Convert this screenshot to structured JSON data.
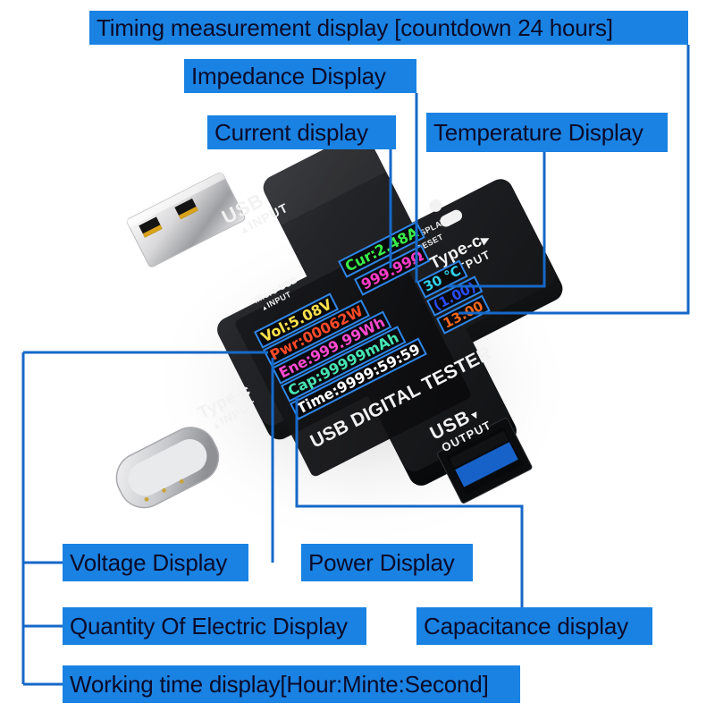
{
  "page": {
    "accent_blue": "#1a82e2",
    "leader_blue": "#1668c8",
    "background": "#ffffff"
  },
  "callouts": [
    {
      "key": "timing",
      "label": "Timing measurement display [countdown 24 hours]"
    },
    {
      "key": "impedance",
      "label": "Impedance Display"
    },
    {
      "key": "current",
      "label": "Current display"
    },
    {
      "key": "temperature",
      "label": "Temperature Display"
    },
    {
      "key": "voltage",
      "label": "Voltage Display"
    },
    {
      "key": "power",
      "label": "Power Display"
    },
    {
      "key": "quantity",
      "label": "Quantity Of Electric Display"
    },
    {
      "key": "capacitance",
      "label": "Capacitance display"
    },
    {
      "key": "worktime",
      "label": "Working time display[Hour:Minte:Second]"
    }
  ],
  "device": {
    "brand": "USB DIGITAL TESTER",
    "ports": [
      {
        "key": "usb-input",
        "name": "USB",
        "sub": "INPUT",
        "arrow": "▲"
      },
      {
        "key": "typec-output",
        "name": "Type-c",
        "sub": "OUTPUT",
        "arrow": "▶"
      },
      {
        "key": "typec-input",
        "name": "Type-c",
        "sub": "INPUT",
        "arrow": "▲"
      },
      {
        "key": "usb-output",
        "name": "USB",
        "sub": "OUTPUT",
        "arrow": "▼"
      },
      {
        "key": "micro-usb",
        "name": "Micro USB",
        "sub": "INPUT",
        "arrow": "▲"
      }
    ],
    "buttons": {
      "display": "DISPLAY",
      "reset": "RESET"
    }
  },
  "readouts": {
    "current": {
      "text": "Cur:2.48A",
      "color": "#38f04a"
    },
    "impedance": {
      "text": "999.99Ω",
      "color": "#ff3cc8"
    },
    "temperature": {
      "text": "30 ℃",
      "color": "#2fd2f0"
    },
    "dplus": {
      "text": "(1.00)",
      "color": "#2a4cff"
    },
    "timer": {
      "text": "13:00",
      "color": "#ff6a1e"
    },
    "voltage": {
      "text": "Vol:5.08V",
      "color": "#ffe14a"
    },
    "power": {
      "text": "Pwr:00062W",
      "color": "#ff4a2a"
    },
    "energy": {
      "text": "Ene:999.99Wh",
      "color": "#ff4ad2"
    },
    "capacity": {
      "text": "Cap:99999mAh",
      "color": "#46e6b4"
    },
    "time": {
      "text": "Time:9999:59:59",
      "color": "#ffffff"
    }
  }
}
